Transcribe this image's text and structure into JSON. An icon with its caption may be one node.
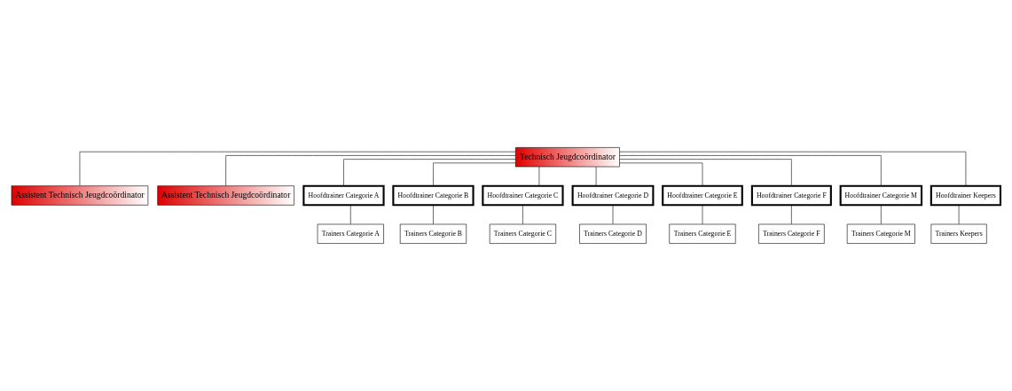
{
  "diagram": {
    "nodes": [
      {
        "text": [
          "Technisch Jeugdcoördinator"
        ]
      },
      {
        "text": [
          "Assistent Technisch Jeugdcoördinator"
        ]
      },
      {
        "text": [
          "Assistent Technisch Jeugdcoördinator"
        ]
      },
      {
        "text": [
          "Hoofdtrainer Categorie A"
        ]
      },
      {
        "text": [
          "Hoofdtrainer Categorie B"
        ]
      },
      {
        "text": [
          "Hoofdtrainer Categorie C"
        ]
      },
      {
        "text": [
          "Hoofdtrainer Categorie D"
        ]
      },
      {
        "text": [
          "Hoofdtrainer Categorie E"
        ]
      },
      {
        "text": [
          "Hoofdtrainer Categorie F"
        ]
      },
      {
        "text": [
          "Hoofdtrainer Categorie M"
        ]
      },
      {
        "text": [
          "Hoofdtrainer Keepers"
        ]
      },
      {
        "text": [
          "Trainers Categorie A"
        ]
      },
      {
        "text": [
          "Trainers Categorie B"
        ]
      },
      {
        "text": [
          "Trainers Categorie C"
        ]
      },
      {
        "text": [
          "Trainers Categorie D"
        ]
      },
      {
        "text": [
          "Trainers Categorie E"
        ]
      },
      {
        "text": [
          "Trainers Categorie F"
        ]
      },
      {
        "text": [
          "Trainers Categorie M"
        ]
      },
      {
        "text": [
          "Trainers Keepers"
        ]
      }
    ],
    "edges": [
      {
        "from": 0,
        "to": 1,
        "arrow": "none"
      },
      {
        "from": 0,
        "to": 2,
        "arrow": "none"
      },
      {
        "from": 0,
        "to": 3,
        "arrow": "none"
      },
      {
        "from": 0,
        "to": 4,
        "arrow": "none"
      },
      {
        "from": 0,
        "to": 5,
        "arrow": "none"
      },
      {
        "from": 0,
        "to": 6,
        "arrow": "none"
      },
      {
        "from": 0,
        "to": 7,
        "arrow": "none"
      },
      {
        "from": 0,
        "to": 8,
        "arrow": "none"
      },
      {
        "from": 0,
        "to": 9,
        "arrow": "none"
      },
      {
        "from": 0,
        "to": 10,
        "arrow": "none"
      },
      {
        "from": 3,
        "to": 11,
        "arrow": "none"
      },
      {
        "from": 4,
        "to": 12,
        "arrow": "none"
      },
      {
        "from": 5,
        "to": 13,
        "arrow": "none"
      },
      {
        "from": 6,
        "to": 14,
        "arrow": "none"
      },
      {
        "from": 7,
        "to": 15,
        "arrow": "none"
      },
      {
        "from": 8,
        "to": 16,
        "arrow": "none"
      },
      {
        "from": 9,
        "to": 17,
        "arrow": "none"
      },
      {
        "from": 10,
        "to": 18,
        "arrow": "none"
      }
    ]
  }
}
